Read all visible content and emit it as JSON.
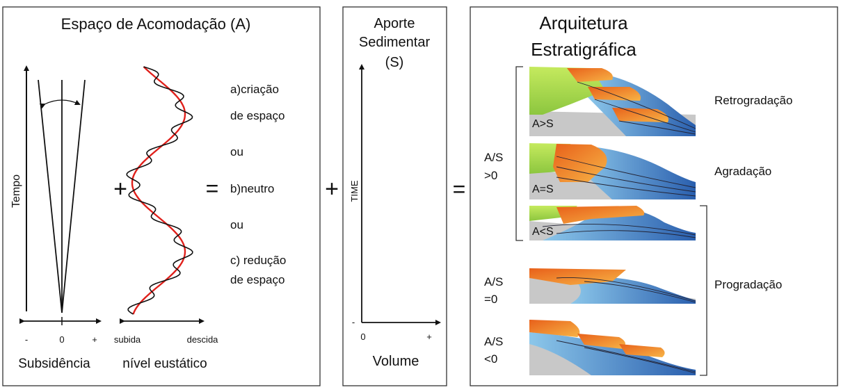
{
  "panel_a": {
    "title": "Espaço de Acomodação (A)",
    "y_axis": "Tempo",
    "subsidence_ticks": [
      "-",
      "0",
      "+"
    ],
    "subsidence_label": "Subsidência",
    "eustatic_ticks": [
      "subida",
      "descida"
    ],
    "eustatic_label": "nível eustático",
    "plus_sign": "+",
    "equals_sign": "=",
    "outcomes": {
      "a_line1": "a)criação",
      "a_line2": "de espaço",
      "or1": "ou",
      "b": "b)neutro",
      "or2": "ou",
      "c_line1": "c) redução",
      "c_line2": "de espaço"
    }
  },
  "join_plus": "+",
  "join_equals": "=",
  "panel_s": {
    "title_line1": "Aporte",
    "title_line2": "Sedimentar",
    "title_line3": "(S)",
    "y_axis": "TIME",
    "x_ticks": [
      "0",
      "+"
    ],
    "y_tick_minus": "-",
    "x_label": "Volume"
  },
  "panel_arch": {
    "title_line1": "Arquitetura",
    "title_line2": "Estratigráfica",
    "group_pos_line1": "A/S",
    "group_pos_line2": ">0",
    "group_zero_line1": "A/S",
    "group_zero_line2": "=0",
    "group_neg_line1": "A/S",
    "group_neg_line2": "<0",
    "blocks": [
      {
        "tag": "A>S",
        "label": "Retrogradação"
      },
      {
        "tag": "A=S",
        "label": "Agradação"
      },
      {
        "tag": "A<S",
        "label": ""
      },
      {
        "tag": "",
        "label": "Progradação"
      },
      {
        "tag": "",
        "label": ""
      }
    ]
  },
  "colors": {
    "curve_red": "#e0201b",
    "curve_black": "#111111",
    "green": "#a6d83c",
    "orange": "#f08a1c",
    "blue": "#3f7fc4",
    "grey": "#c8c8c8"
  }
}
